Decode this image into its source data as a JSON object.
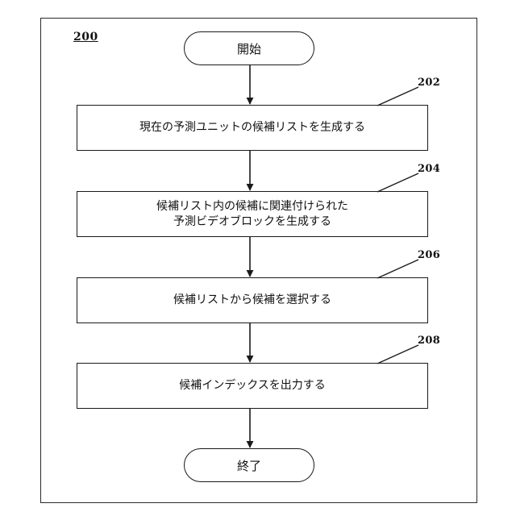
{
  "figure": {
    "number": "200"
  },
  "flow": {
    "start_label": "開始",
    "end_label": "終了",
    "steps": [
      {
        "ref": "202",
        "lines": [
          "現在の予測ユニットの候補リストを生成する"
        ]
      },
      {
        "ref": "204",
        "lines": [
          "候補リスト内の候補に関連付けられた",
          "予測ビデオブロックを生成する"
        ]
      },
      {
        "ref": "206",
        "lines": [
          "候補リストから候補を選択する"
        ]
      },
      {
        "ref": "208",
        "lines": [
          "候補インデックスを出力する"
        ]
      }
    ]
  },
  "colors": {
    "line": "#1a1a1a",
    "background": "#ffffff"
  }
}
